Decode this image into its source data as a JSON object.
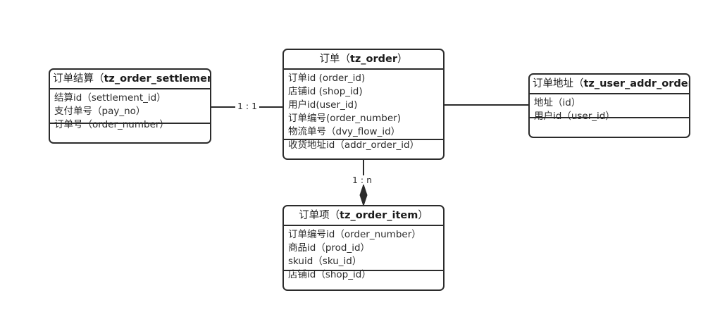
{
  "diagram": {
    "type": "entity-relationship-diagram",
    "background_color": "#ffffff",
    "line_color": "#2b2b2b",
    "text_color": "#2b2b2b"
  },
  "entities": [
    {
      "id": "order_settlement",
      "cn_name": "订单结算",
      "table_name": "tz_order_settlement",
      "title_open": "（",
      "title_close": "）",
      "fields": [
        "结算id（settlement_id）",
        "支付单号（pay_no）",
        "订单号（order_number）"
      ]
    },
    {
      "id": "order",
      "cn_name": "订单",
      "table_name": "tz_order",
      "title_open": "（",
      "title_close": "）",
      "fields": [
        "订单id (order_id)",
        "店铺id (shop_id)",
        "用户id(user_id)",
        "订单编号(order_number)",
        "物流单号（dvy_flow_id）",
        "收货地址id（addr_order_id）"
      ]
    },
    {
      "id": "user_addr_order",
      "cn_name": "订单地址",
      "table_name": "tz_user_addr_order",
      "title_open": "（",
      "title_close": "）",
      "fields": [
        "地址（id）",
        "用户id（user_id）"
      ]
    },
    {
      "id": "order_item",
      "cn_name": "订单项",
      "table_name": "tz_order_item",
      "title_open": "（",
      "title_close": "）",
      "fields": [
        "订单编号id（order_number）",
        "商品id（prod_id）",
        "skuid（sku_id）",
        "店铺id（shop_id）"
      ]
    }
  ],
  "relationships": [
    {
      "id": "settlement-to-order",
      "label": "1 : 1",
      "from": "order_settlement",
      "to": "order",
      "marker": "none"
    },
    {
      "id": "order-to-address",
      "label": "",
      "from": "order",
      "to": "user_addr_order",
      "marker": "none"
    },
    {
      "id": "order-to-order-item",
      "label": "1 : n",
      "from": "order",
      "to": "order_item",
      "marker": "filled-diamond"
    }
  ]
}
